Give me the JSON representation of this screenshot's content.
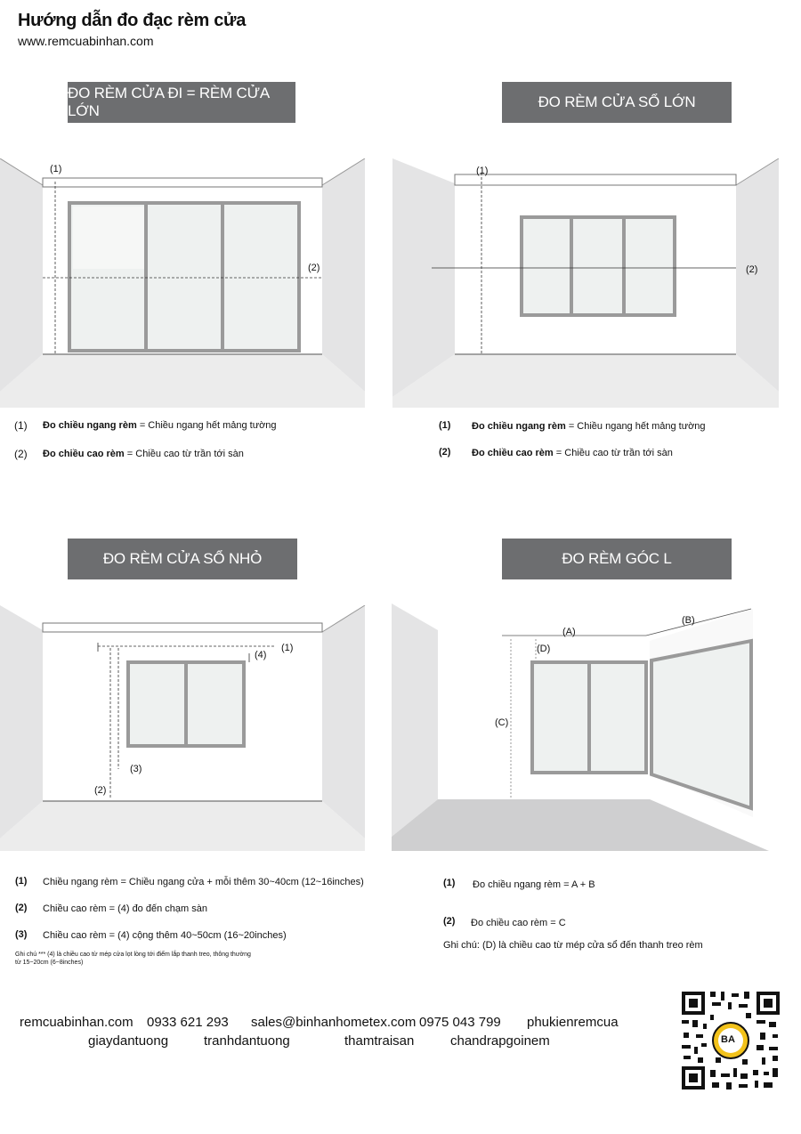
{
  "header": {
    "title": "Hướng dẫn đo đạc rèm cửa",
    "website": "www.remcuabinhan.com"
  },
  "sections": {
    "door_large": {
      "banner": "ĐO RÈM CỬA ĐI = RÈM CỬA LỚN",
      "marker_1": "(1)",
      "marker_2": "(2)",
      "captions": [
        {
          "num": "(1)",
          "bold": "Đo chiều ngang rèm",
          "text": "= Chiều ngang hết mảng tường"
        },
        {
          "num": "(2)",
          "bold": "Đo chiều cao rèm",
          "text": "= Chiều cao từ trần tới sàn"
        }
      ]
    },
    "window_large": {
      "banner": "ĐO RÈM CỬA SỔ LỚN",
      "marker_1": "(1)",
      "marker_2": "(2)",
      "captions": [
        {
          "num": "(1)",
          "bold": "Đo chiều ngang rèm",
          "text": "= Chiều ngang hết mảng tường"
        },
        {
          "num": "(2)",
          "bold": "Đo chiều cao rèm",
          "text": "= Chiều cao từ trần tới sàn"
        }
      ]
    },
    "window_small": {
      "banner": "ĐO RÈM CỬA SỔ NHỎ",
      "marker_1": "(1)",
      "marker_2": "(2)",
      "marker_3": "(3)",
      "marker_4": "(4)",
      "captions": [
        {
          "num": "(1)",
          "text": "Chiều ngang rèm = Chiều ngang cửa + mỗi thêm 30~40cm (12~16inches)"
        },
        {
          "num": "(2)",
          "text": "Chiều cao rèm = (4) đo đến chạm sàn"
        },
        {
          "num": "(3)",
          "text": "Chiều cao rèm = (4) cộng thêm 40~50cm (16~20inches)"
        }
      ],
      "note_line1": "Ghi chú *** (4) là chiều cao từ mép cửa lọt lòng tới điểm lắp thanh treo, thông thường",
      "note_line2": "từ 15~20cm (6~8inches)"
    },
    "corner_l": {
      "banner": "ĐO RÈM GÓC L",
      "marker_a": "(A)",
      "marker_b": "(B)",
      "marker_c": "(C)",
      "marker_d": "(D)",
      "captions": [
        {
          "num": "(1)",
          "text": "Đo chiều ngang rèm = A + B"
        },
        {
          "num": "(2)",
          "text": "Đo chiều cao rèm = C"
        }
      ],
      "note": "Ghi chú: (D) là chiều cao từ mép cửa sổ đến thanh treo rèm"
    }
  },
  "footer": {
    "row1": [
      "remcuabinhan.com",
      "0933 621 293",
      "sales@binhanhometex.com",
      "0975 043 799",
      "phukienremcua"
    ],
    "row2": [
      "giaydantuong",
      "tranhdantuong",
      "thamtraisan",
      "chandrapgoinem"
    ]
  },
  "qr": {
    "badge": "BA"
  }
}
